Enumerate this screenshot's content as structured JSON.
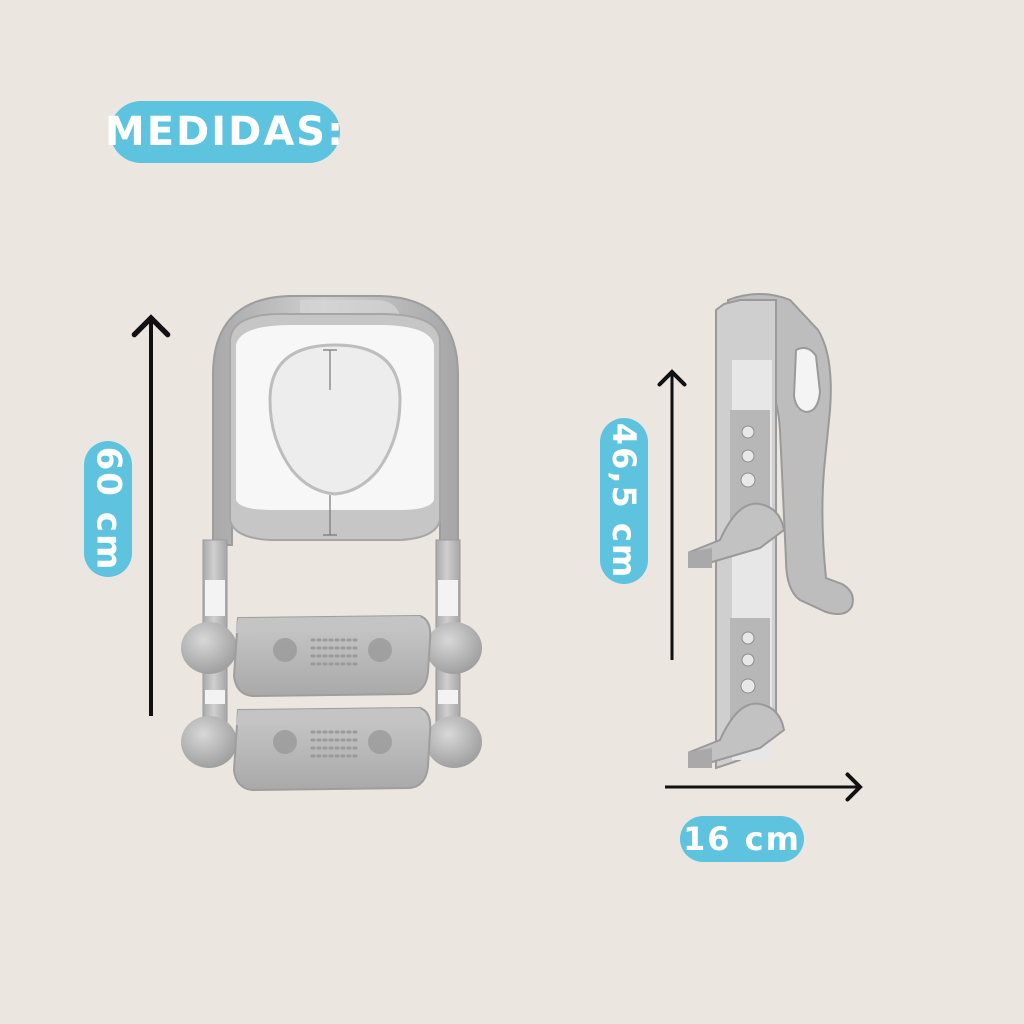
{
  "title": "MEDIDAS:",
  "measurements": {
    "total_height": "60 cm",
    "side_height": "46,5 cm",
    "side_depth": "16 cm"
  },
  "colors": {
    "background": "#ebe6df",
    "pill": "#5ec3df",
    "pill_text": "#ffffff",
    "arrow": "#111111",
    "plastic_grey": "#b9b9b9",
    "plastic_white": "#f7f7f7"
  },
  "icons": [
    "vertical-arrow",
    "horizontal-arrow"
  ]
}
